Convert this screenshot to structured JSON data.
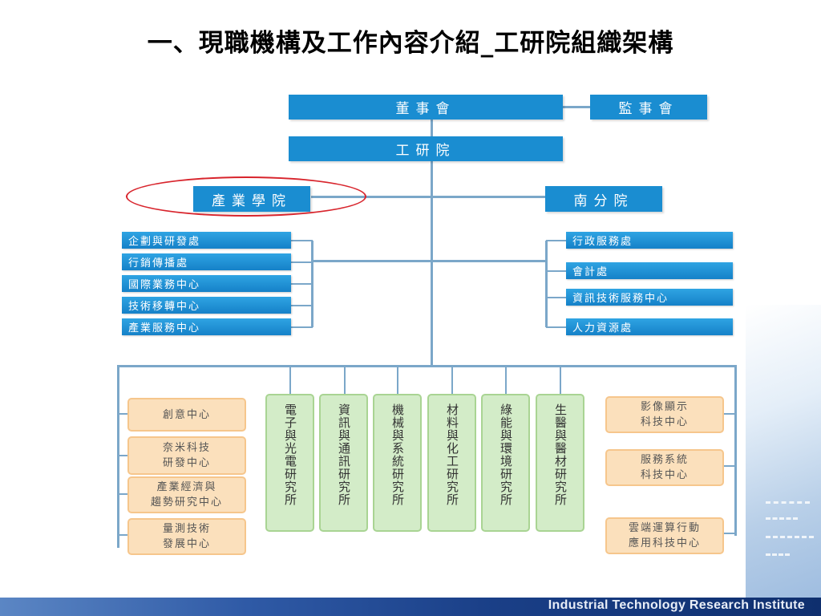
{
  "title": "一、現職機構及工作內容介紹_工研院組織架構",
  "footer": "Industrial Technology Research Institute",
  "top": {
    "board": "董事會",
    "supervisors": "監事會",
    "itri": "工研院",
    "academy": "產業學院",
    "south": "南分院"
  },
  "left_depts": [
    "企劃與研發處",
    "行銷傳播處",
    "國際業務中心",
    "技術移轉中心",
    "產業服務中心"
  ],
  "right_depts": [
    "行政服務處",
    "會計處",
    "資訊技術服務中心",
    "人力資源處"
  ],
  "left_centers": [
    "創意中心",
    "奈米科技\n研發中心",
    "產業經濟與\n趨勢研究中心",
    "量測技術\n發展中心"
  ],
  "labs": [
    "電子與光電研究所",
    "資訊與通訊研究所",
    "機械與系統研究所",
    "材料與化工研究所",
    "綠能與環境研究所",
    "生醫與醫材研究所"
  ],
  "right_centers": [
    "影像顯示\n科技中心",
    "服務系統\n科技中心",
    "雲端運算行動\n應用科技中心"
  ],
  "colors": {
    "header_blue": "#1a8dd1",
    "connector": "#7ba7c9",
    "center_fill": "#fbe0bc",
    "lab_fill": "#d3ecc8",
    "highlight": "#d8242c"
  }
}
